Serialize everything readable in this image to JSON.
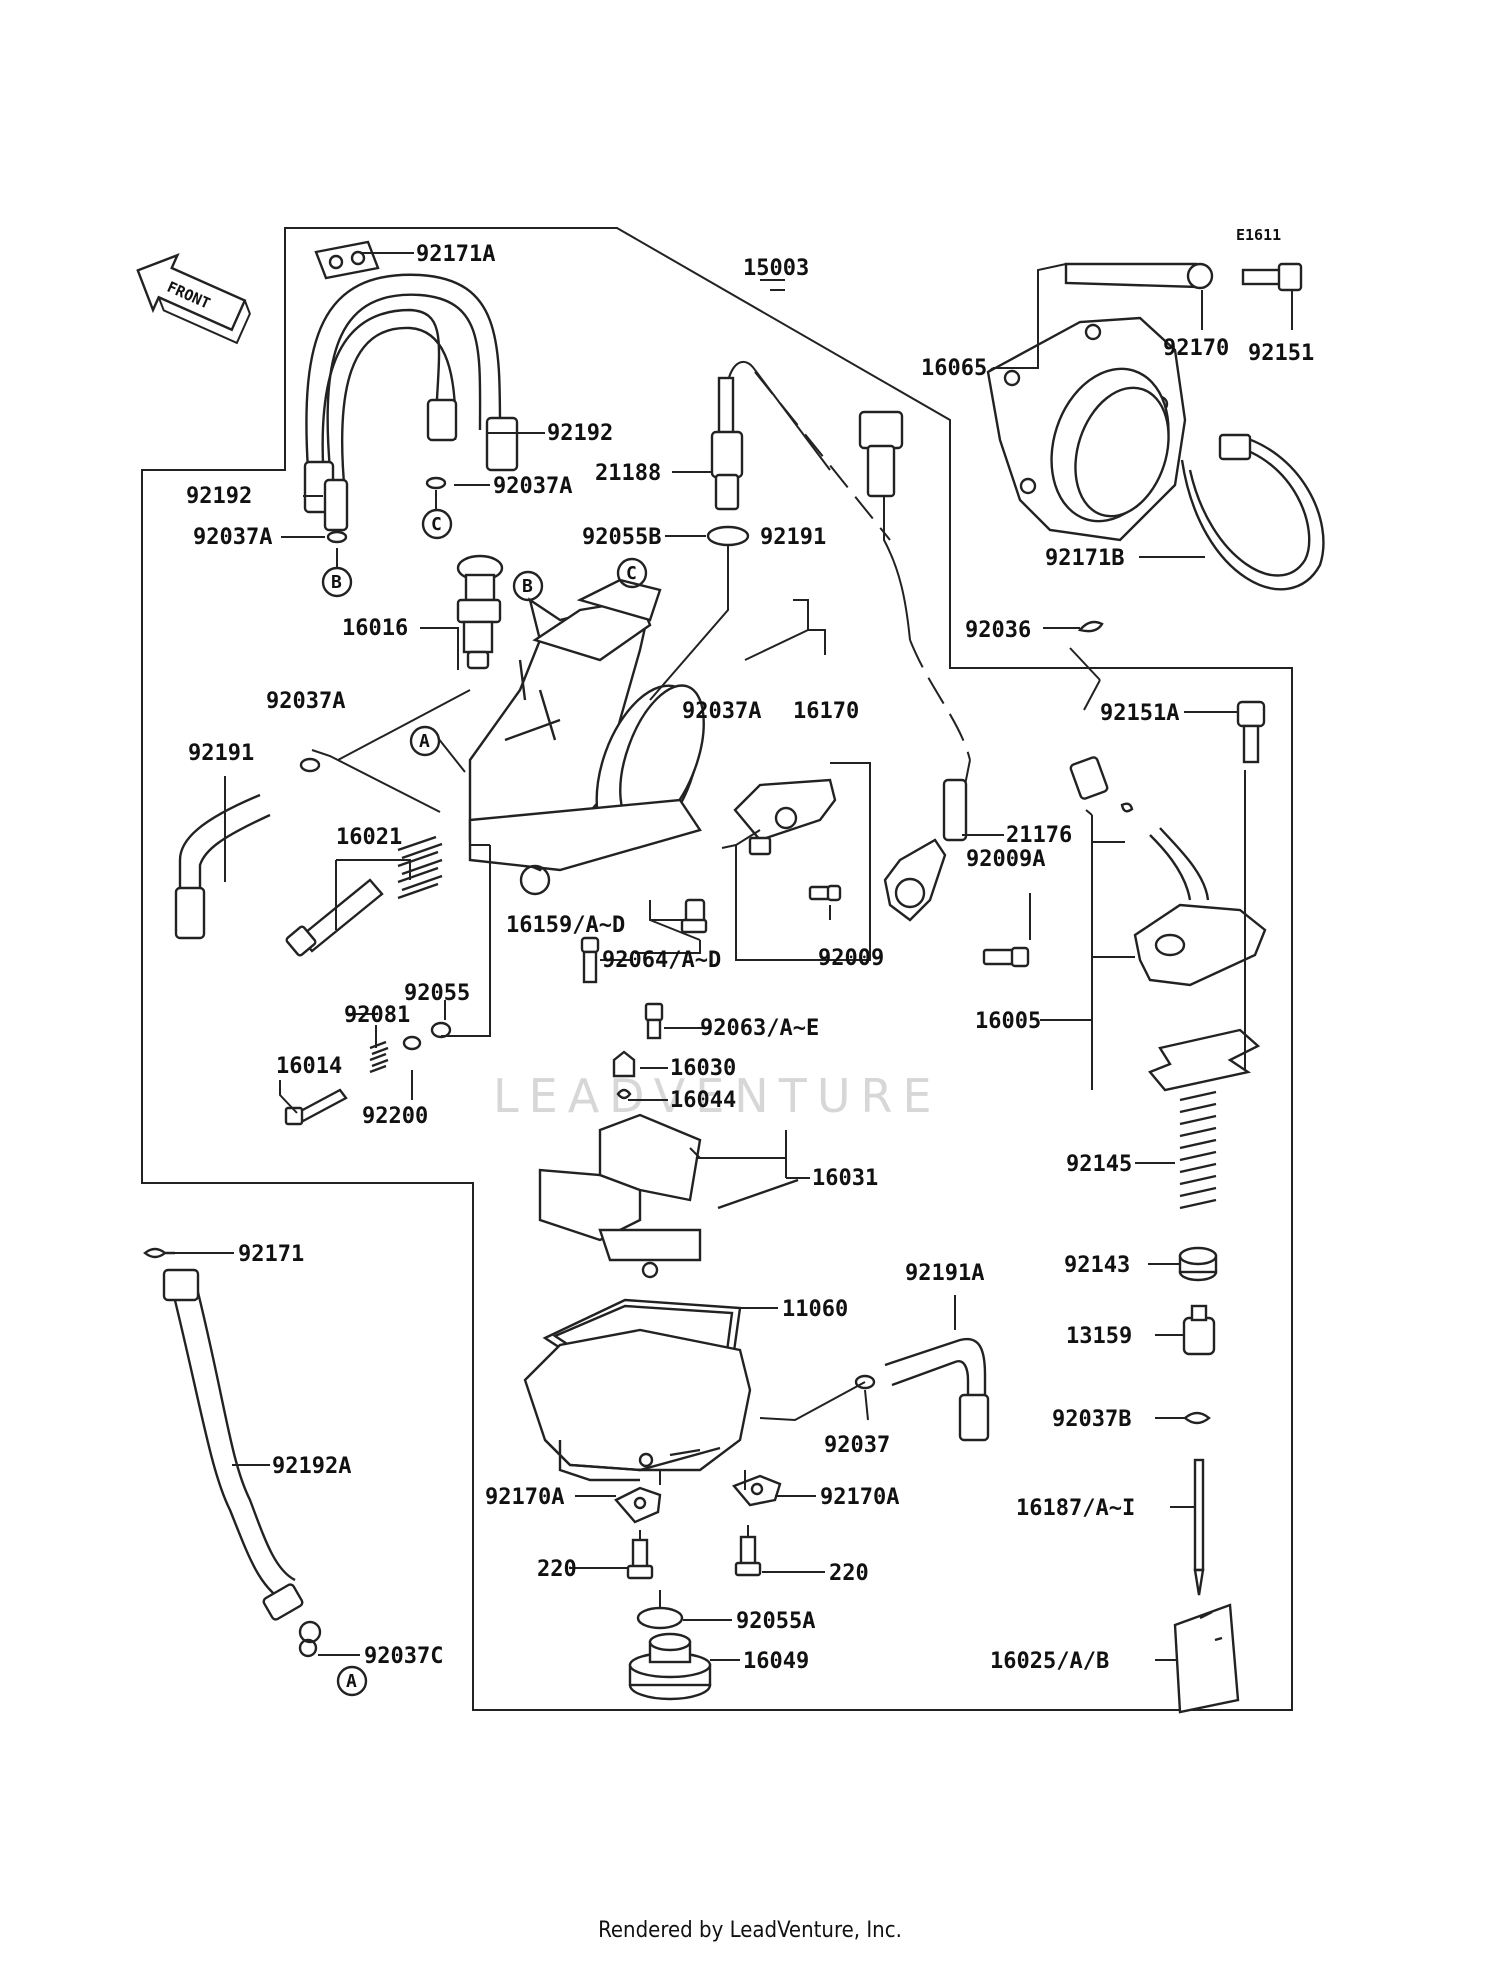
{
  "diagram_code": "E1611",
  "front_label": "FRONT",
  "watermark": "LEADVENTURE",
  "footer": "Rendered by LeadVenture, Inc.",
  "ref_letters": [
    "A",
    "B",
    "C"
  ],
  "labels": {
    "p92171A": "92171A",
    "p15003": "15003",
    "p92192_a": "92192",
    "p92192_b": "92192",
    "p92037A_a": "92037A",
    "p92037A_b": "92037A",
    "p21188": "21188",
    "p92055B": "92055B",
    "p92191_a": "92191",
    "p16016": "16016",
    "p92037A_c": "92037A",
    "p92037A_d": "92037A",
    "p16170": "16170",
    "p92191_b": "92191",
    "p16021": "16021",
    "p21176": "21176",
    "p92009A": "92009A",
    "p16159": "16159/A~D",
    "p92009": "92009",
    "p92055": "92055",
    "p92064": "92064/A~D",
    "p92081": "92081",
    "p92063": "92063/A~E",
    "p16014": "16014",
    "p16030": "16030",
    "p92200": "92200",
    "p16044": "16044",
    "p16031": "16031",
    "p92171": "92171",
    "p11060": "11060",
    "p92191A": "92191A",
    "p92037": "92037",
    "p92192A": "92192A",
    "p92170A_a": "92170A",
    "p92170A_b": "92170A",
    "p220_a": "220",
    "p220_b": "220",
    "p92055A": "92055A",
    "p92037C": "92037C",
    "p16049": "16049",
    "p16065": "16065",
    "p92170": "92170",
    "p92151": "92151",
    "p92171B": "92171B",
    "p92036": "92036",
    "p92151A": "92151A",
    "p16005": "16005",
    "p92145": "92145",
    "p92143": "92143",
    "p13159": "13159",
    "p92037B": "92037B",
    "p16187": "16187/A~I",
    "p16025": "16025/A/B"
  }
}
